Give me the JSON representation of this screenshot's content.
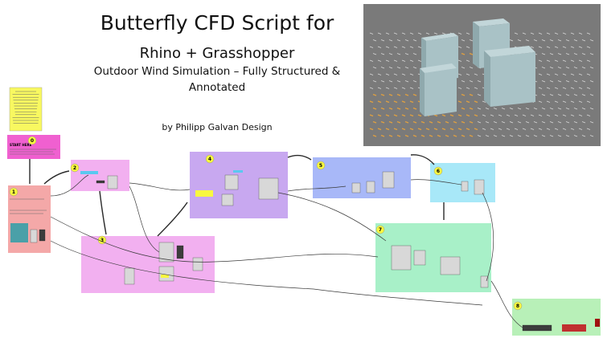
{
  "header": {
    "title_line1": "Butterfly CFD Script for",
    "title_line2": "Rhino + Grasshopper",
    "title_line3": "Outdoor Wind Simulation – Fully Structured &",
    "title_line4": "Annotated",
    "byline": "by Philipp Galvan Design"
  },
  "canvas": {
    "start_label": "START HERE",
    "groups": [
      {
        "id": "g0",
        "badge": "0",
        "color": "#f060d0"
      },
      {
        "id": "g1",
        "badge": "1",
        "color": "#f4a8a8"
      },
      {
        "id": "g2",
        "badge": "2",
        "color": "#f2b0f0"
      },
      {
        "id": "g3",
        "badge": "3",
        "color": "#f2b0f0"
      },
      {
        "id": "g4",
        "badge": "4",
        "color": "#c8a8f0"
      },
      {
        "id": "g5",
        "badge": "5",
        "color": "#a8b8f8"
      },
      {
        "id": "g6",
        "badge": "6",
        "color": "#a8e8f8"
      },
      {
        "id": "g7",
        "badge": "7",
        "color": "#a8f0c8"
      },
      {
        "id": "g8",
        "badge": "8",
        "color": "#b8f0b8"
      }
    ]
  },
  "colors": {
    "sticky_note": "#f8f860",
    "badge": "#f8f840",
    "render_bg": "#7c7c7c",
    "building": "#a9c4c8"
  }
}
